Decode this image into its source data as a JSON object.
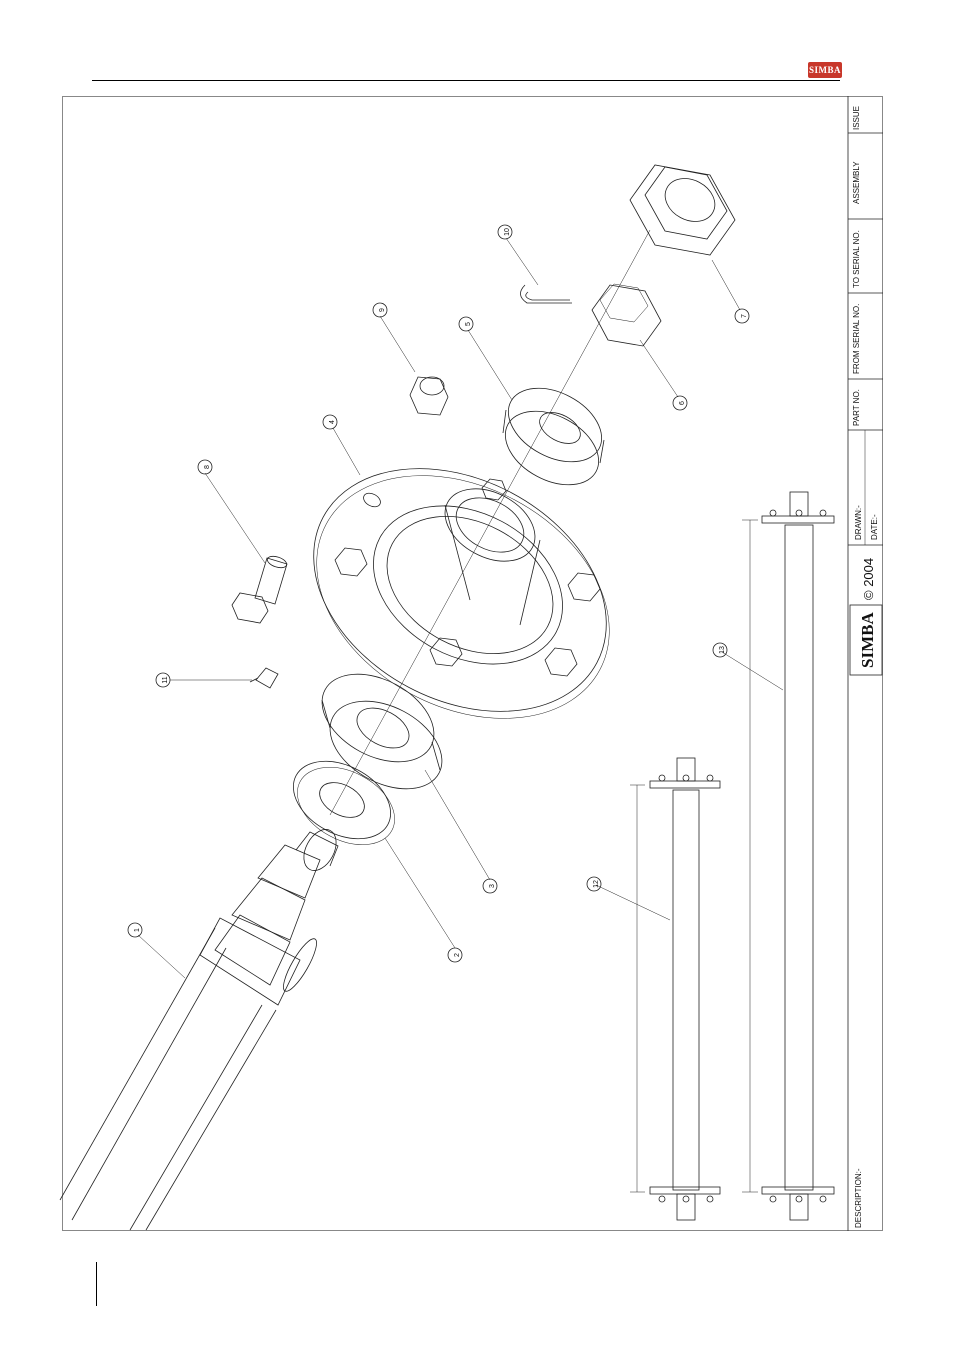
{
  "brand": {
    "logo_text": "SIMBA",
    "logo_color": "#c8372a"
  },
  "title_block": {
    "issue_label": "ISSUE",
    "assembly_label": "ASSEMBLY",
    "to_serial_label": "TO SERIAL NO.",
    "from_serial_label": "FROM SERIAL NO.",
    "part_no_label": "PART NO.",
    "drawn_label": "DRAWN:-",
    "date_label": "DATE:-",
    "copyright": "© 2004",
    "company": "SIMBA",
    "description_label": "DESCRIPTION:-"
  },
  "callouts": [
    "1",
    "2",
    "3",
    "4",
    "5",
    "6",
    "7",
    "8",
    "9",
    "10",
    "11",
    "12",
    "13"
  ],
  "icons": {
    "logo": "simba-logo-icon"
  }
}
